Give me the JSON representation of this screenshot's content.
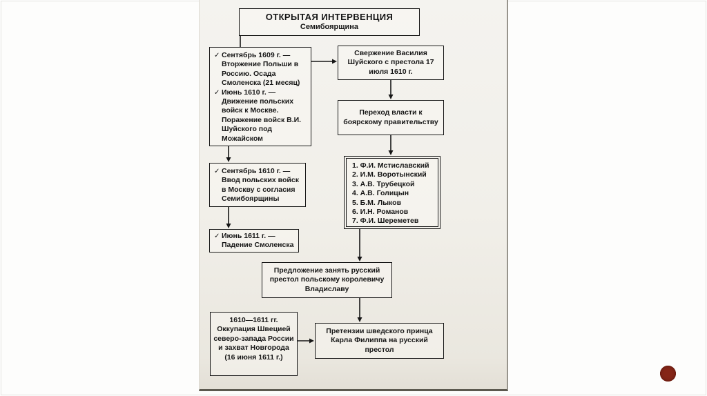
{
  "diagram": {
    "title": "ОТКРЫТАЯ ИНТЕРВЕНЦИЯ",
    "subtitle": "Семибоярщина",
    "invasion": {
      "items": [
        {
          "mark": "✓",
          "text": "Сентябрь 1609 г. — Вторжение Польши в Россию. Осада Смоленска (21 месяц)"
        },
        {
          "mark": "✓",
          "text": "Июнь 1610 г. — Движение польских войск к Москве. Поражение войск В.И. Шуйского под Можайском"
        }
      ]
    },
    "deposition": "Свержение Василия Шуйского с престола 17 июля 1610 г.",
    "power_transfer": "Переход власти к боярскому правительству",
    "boyars": [
      "1. Ф.И. Мстиславский",
      "2. И.М. Воротынский",
      "3. А.В. Трубецкой",
      "4. А.В. Голицын",
      "5. Б.М. Лыков",
      "6. И.Н. Романов",
      "7. Ф.И. Шереметев"
    ],
    "polish_entry": {
      "mark": "✓",
      "text": "Сентябрь 1610 г. — Ввод польских войск в Москву с согласия Семибоярщины"
    },
    "smolensk_fall": {
      "mark": "✓",
      "text": "Июнь 1611 г. — Падение Смоленска"
    },
    "vladislav_offer": "Предложение занять русский престол польскому королевичу Владиславу",
    "swedish_occupation": {
      "heading": "1610—1611 гг.",
      "text": "Оккупация Швецией северо-запада России и захват Новгорода (16 июня 1611 г.)"
    },
    "karl_philip_claims": "Претензии шведского принца Карла Филиппа на русский престол"
  },
  "colors": {
    "paper": "#f1efe9",
    "ink": "#161616",
    "logo_red": "#852517"
  }
}
